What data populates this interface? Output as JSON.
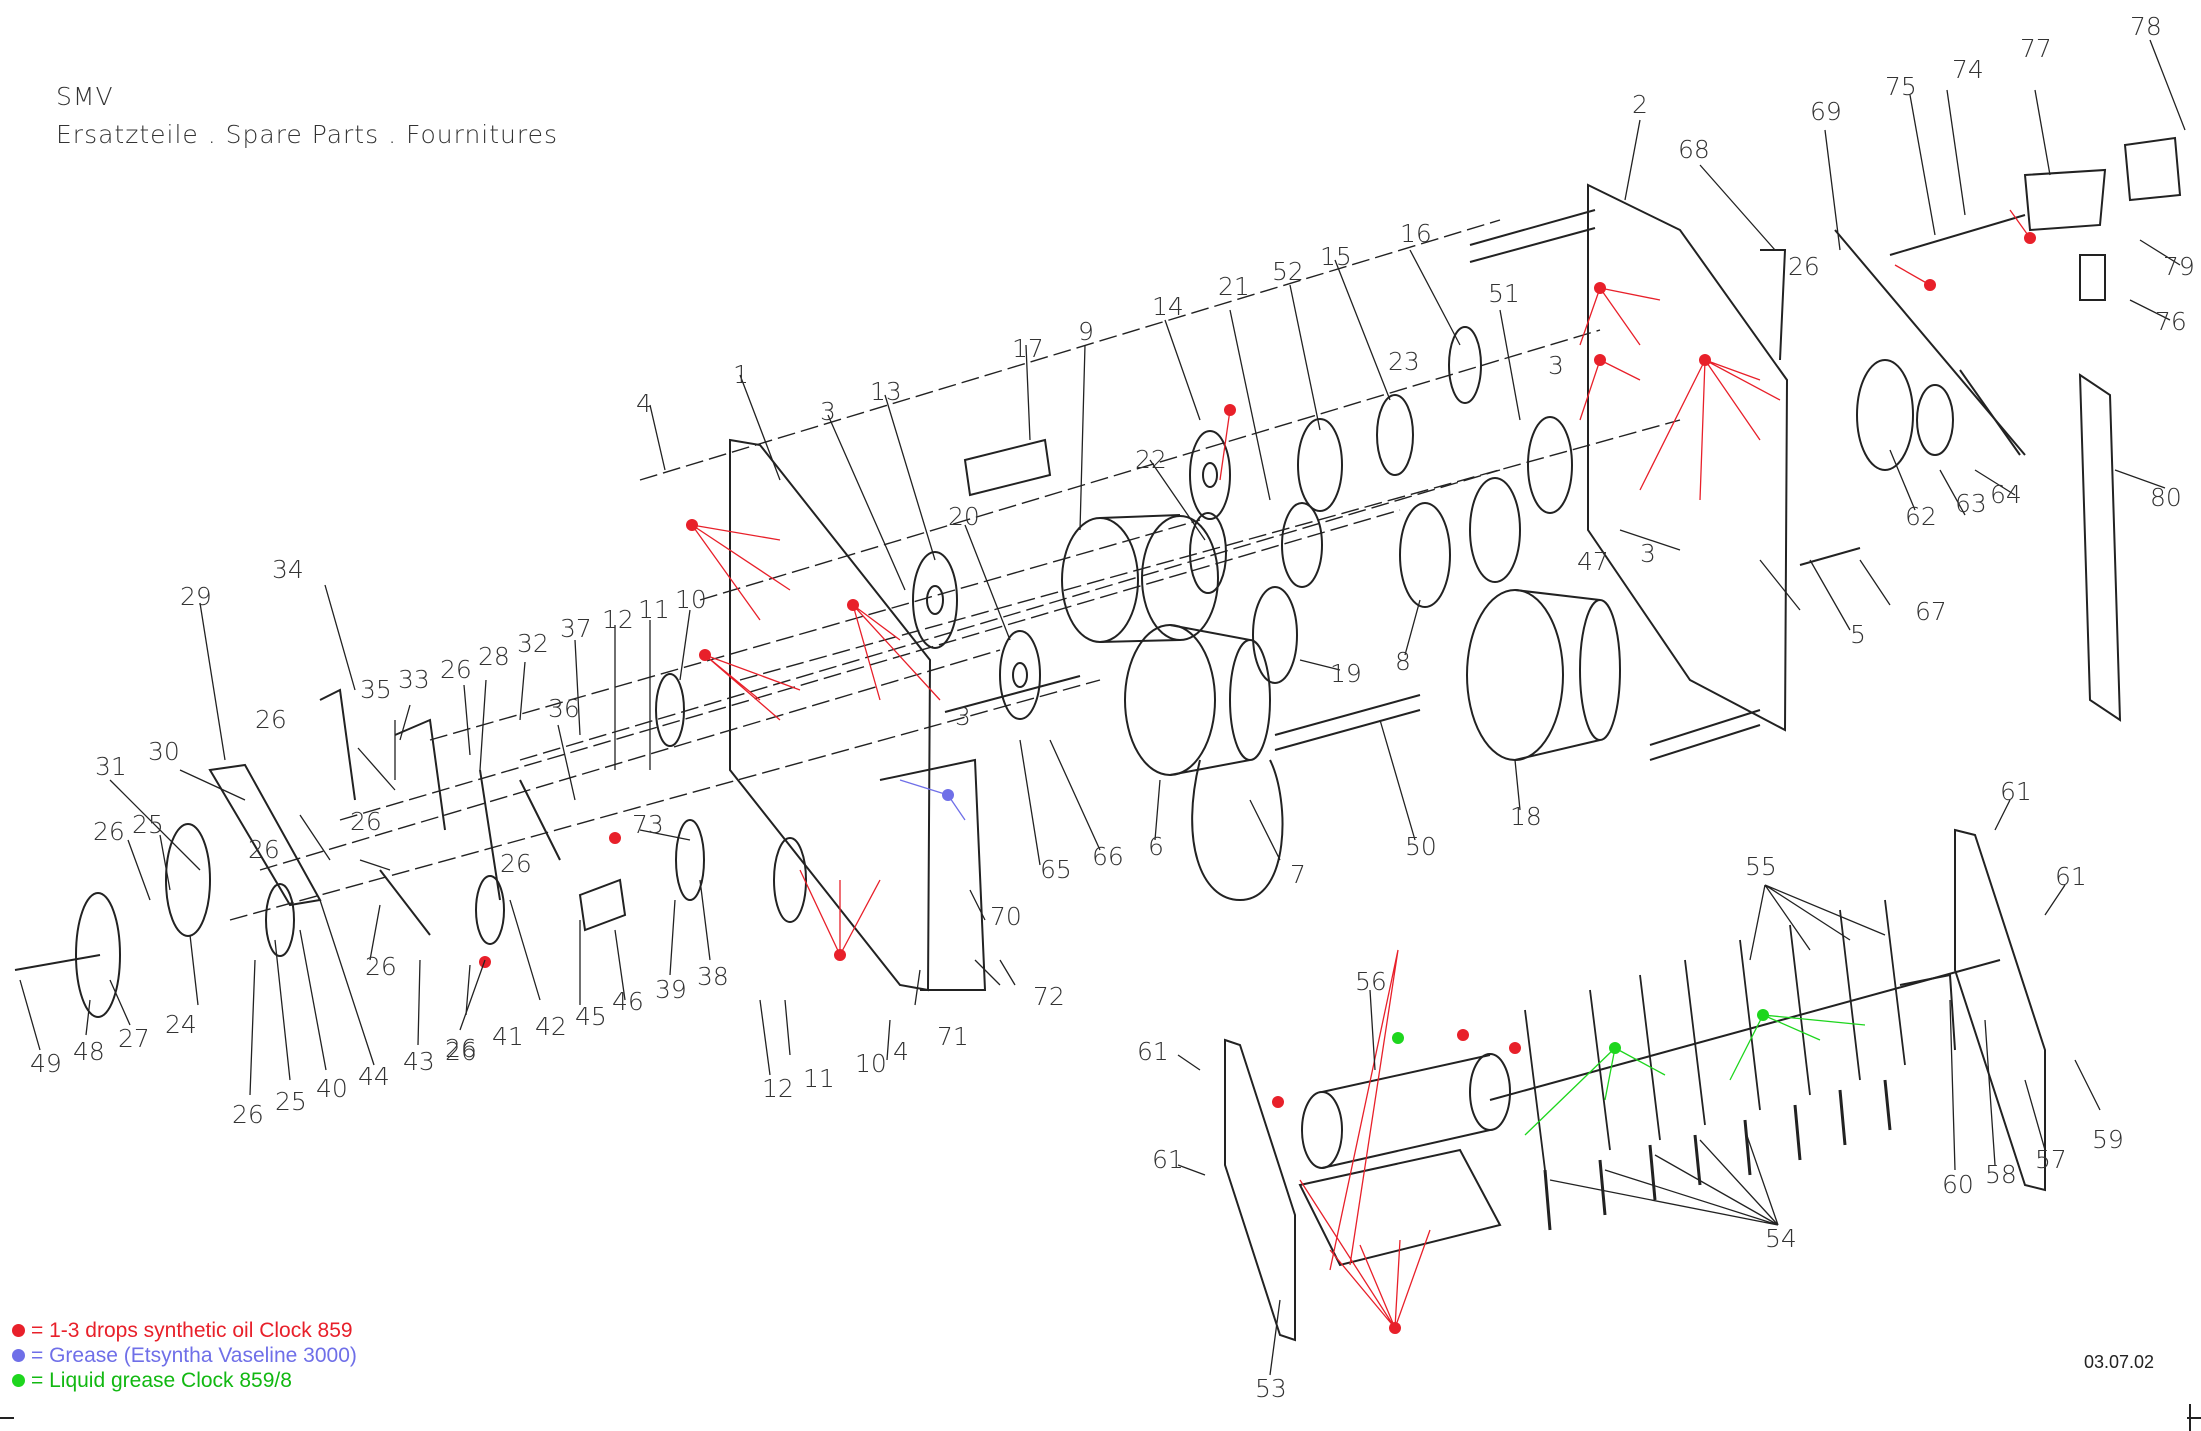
{
  "header": {
    "brand": "SMV",
    "subtitle": "Ersatzteile . Spare Parts . Fournitures"
  },
  "legend": [
    {
      "text": "= 1-3 drops synthetic oil Clock 859",
      "color": "#e8202a"
    },
    {
      "text": "= Grease (Etsyntha Vaseline 3000)",
      "color": "#6f6fe8"
    },
    {
      "text": "= Liquid grease Clock 859/8",
      "color": "#1ed61e"
    }
  ],
  "date": "03.07.02",
  "colors": {
    "oil": "#e8202a",
    "grease": "#6f6fe8",
    "liquid": "#1ed61e",
    "line": "#222222"
  },
  "callouts": [
    {
      "label": "78"
    },
    {
      "label": "77"
    },
    {
      "label": "74"
    },
    {
      "label": "75"
    },
    {
      "label": "69"
    },
    {
      "label": "68"
    },
    {
      "label": "2"
    },
    {
      "label": "79"
    },
    {
      "label": "76"
    },
    {
      "label": "26"
    },
    {
      "label": "16"
    },
    {
      "label": "15"
    },
    {
      "label": "52"
    },
    {
      "label": "21"
    },
    {
      "label": "51"
    },
    {
      "label": "23"
    },
    {
      "label": "3"
    },
    {
      "label": "14"
    },
    {
      "label": "17"
    },
    {
      "label": "9"
    },
    {
      "label": "13"
    },
    {
      "label": "3"
    },
    {
      "label": "1"
    },
    {
      "label": "4"
    },
    {
      "label": "22"
    },
    {
      "label": "20"
    },
    {
      "label": "80"
    },
    {
      "label": "64"
    },
    {
      "label": "63"
    },
    {
      "label": "62"
    },
    {
      "label": "67"
    },
    {
      "label": "5"
    },
    {
      "label": "3"
    },
    {
      "label": "47"
    },
    {
      "label": "8"
    },
    {
      "label": "19"
    },
    {
      "label": "34"
    },
    {
      "label": "29"
    },
    {
      "label": "37"
    },
    {
      "label": "12"
    },
    {
      "label": "11"
    },
    {
      "label": "10"
    },
    {
      "label": "32"
    },
    {
      "label": "28"
    },
    {
      "label": "26"
    },
    {
      "label": "35"
    },
    {
      "label": "33"
    },
    {
      "label": "36"
    },
    {
      "label": "26"
    },
    {
      "label": "30"
    },
    {
      "label": "31"
    },
    {
      "label": "26"
    },
    {
      "label": "3"
    },
    {
      "label": "26"
    },
    {
      "label": "25"
    },
    {
      "label": "26"
    },
    {
      "label": "73"
    },
    {
      "label": "65"
    },
    {
      "label": "66"
    },
    {
      "label": "6"
    },
    {
      "label": "7"
    },
    {
      "label": "50"
    },
    {
      "label": "18"
    },
    {
      "label": "61"
    },
    {
      "label": "61"
    },
    {
      "label": "55"
    },
    {
      "label": "26"
    },
    {
      "label": "26"
    },
    {
      "label": "26"
    },
    {
      "label": "70"
    },
    {
      "label": "72"
    },
    {
      "label": "71"
    },
    {
      "label": "4"
    },
    {
      "label": "10"
    },
    {
      "label": "11"
    },
    {
      "label": "12"
    },
    {
      "label": "38"
    },
    {
      "label": "39"
    },
    {
      "label": "46"
    },
    {
      "label": "45"
    },
    {
      "label": "42"
    },
    {
      "label": "41"
    },
    {
      "label": "26"
    },
    {
      "label": "43"
    },
    {
      "label": "44"
    },
    {
      "label": "40"
    },
    {
      "label": "25"
    },
    {
      "label": "26"
    },
    {
      "label": "24"
    },
    {
      "label": "27"
    },
    {
      "label": "48"
    },
    {
      "label": "49"
    },
    {
      "label": "56"
    },
    {
      "label": "61"
    },
    {
      "label": "61"
    },
    {
      "label": "53"
    },
    {
      "label": "54"
    },
    {
      "label": "57"
    },
    {
      "label": "58"
    },
    {
      "label": "60"
    },
    {
      "label": "59"
    }
  ]
}
